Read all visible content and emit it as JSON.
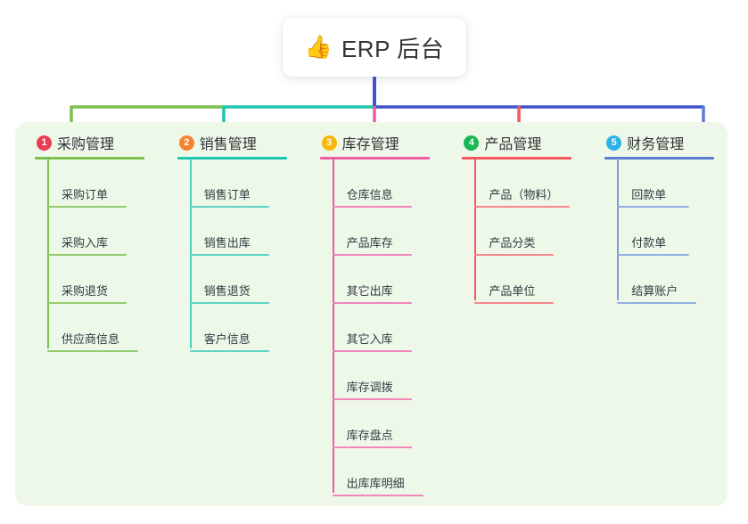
{
  "diagram": {
    "type": "mind-map",
    "root": {
      "icon": "thumbs-up-emoji",
      "emoji": "👍",
      "title": "ERP 后台"
    },
    "panel_color": "#eef8e9",
    "branches": [
      {
        "number": "1",
        "label": "采购管理",
        "badge_color": "#ea3c53",
        "line_color": "#7ec04e",
        "items": [
          {
            "label": "采购订单"
          },
          {
            "label": "采购入库"
          },
          {
            "label": "采购退货"
          },
          {
            "label": "供应商信息"
          }
        ]
      },
      {
        "number": "2",
        "label": "销售管理",
        "badge_color": "#f5822f",
        "line_color": "#1fc6b0",
        "items": [
          {
            "label": "销售订单"
          },
          {
            "label": "销售出库"
          },
          {
            "label": "销售退货"
          },
          {
            "label": "客户信息"
          }
        ]
      },
      {
        "number": "3",
        "label": "库存管理",
        "badge_color": "#f9b70a",
        "line_color": "#ef5ba5",
        "items": [
          {
            "label": "仓库信息"
          },
          {
            "label": "产品库存"
          },
          {
            "label": "其它出库"
          },
          {
            "label": "其它入库"
          },
          {
            "label": "库存调拨"
          },
          {
            "label": "库存盘点"
          },
          {
            "label": "出库库明细"
          }
        ]
      },
      {
        "number": "4",
        "label": "产品管理",
        "badge_color": "#18b754",
        "line_color": "#f4585c",
        "items": [
          {
            "label": "产品（物料）"
          },
          {
            "label": "产品分类"
          },
          {
            "label": "产品单位"
          }
        ]
      },
      {
        "number": "5",
        "label": "财务管理",
        "badge_color": "#2bb3e8",
        "line_color": "#5a7ed2",
        "items": [
          {
            "label": "回款单"
          },
          {
            "label": "付款单"
          },
          {
            "label": "结算账户"
          }
        ]
      }
    ],
    "connectors": {
      "stem_color": "#4054c8",
      "bus_segments": [
        {
          "color": "#7ec04e"
        },
        {
          "color": "#1fc6b0"
        },
        {
          "color": "#4054c8"
        }
      ]
    }
  }
}
